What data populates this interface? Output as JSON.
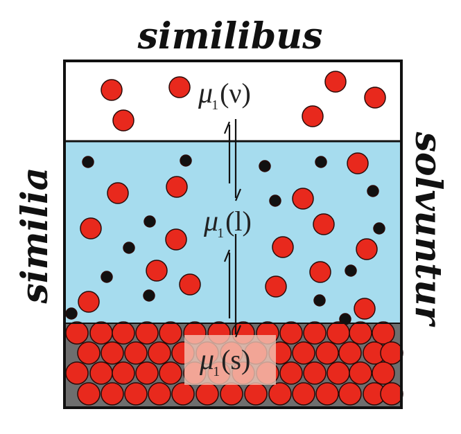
{
  "title_top": "similibus",
  "title_left": "similia",
  "title_right": "solvuntur",
  "potentials": [
    {
      "symbol": "μ",
      "subscript": "1",
      "phase": "(ν)"
    },
    {
      "symbol": "μ",
      "subscript": "1",
      "phase": "(l)"
    },
    {
      "symbol": "μ",
      "subscript": "1",
      "phase": "(s)"
    }
  ],
  "colors": {
    "vapor_bg": "#ffffff",
    "liquid_bg": "#a6dcee",
    "solid_bg": "#6e6e6e",
    "red_particle": "#e8291d",
    "black_particle": "#111111",
    "label_box": "#f5c8b8"
  }
}
